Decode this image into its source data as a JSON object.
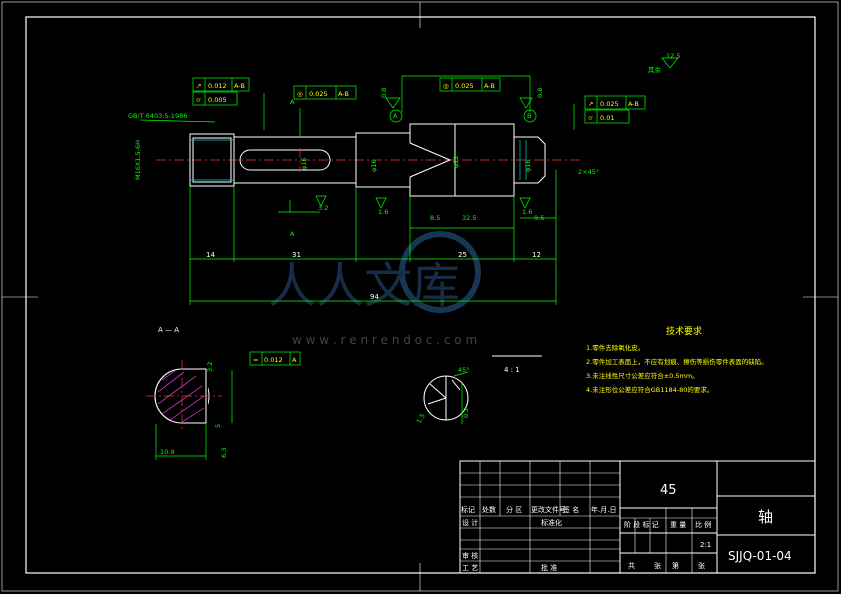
{
  "drawing": {
    "roughness_note": "12.5",
    "roughness_note_suffix": "其余",
    "gb_label": "GB/T 6403.5-1986",
    "thread_label": "M16X1.5-6H",
    "section_title": "A — A",
    "section_ref_a": "A",
    "detail_scale": "4 : 1",
    "chamfer_note": "2×45°",
    "fcf": [
      {
        "sym": "↗",
        "val": "0.012",
        "ref": "A-B"
      },
      {
        "sym": "⌭",
        "val": "0.005",
        "ref": ""
      },
      {
        "sym": "◎",
        "val": "0.025",
        "ref": "A-B"
      },
      {
        "sym": "◎",
        "val": "0.025",
        "ref": "A-B"
      },
      {
        "sym": "↗",
        "val": "0.025",
        "ref": "A-B"
      },
      {
        "sym": "⌭",
        "val": "0.01",
        "ref": ""
      },
      {
        "sym": "=",
        "val": "0.012",
        "ref": "A"
      }
    ],
    "dims": {
      "d14": "14",
      "d31": "31",
      "d25": "25",
      "d12": "12",
      "d94": "94",
      "d8_5": "8.5",
      "d32_5": "32.5",
      "d9_5": "9.5",
      "phi16a": "φ16",
      "phi16b": "φ16",
      "phi22": "φ22",
      "phi16c": "φ16",
      "d10_9": "10.9",
      "d5": "5",
      "r3_2": "3.2",
      "r1_6a": "1.6",
      "r1_6b": "1.6",
      "r0_8a": "0.8",
      "r0_8b": "0.8",
      "r6_3": "6.3",
      "r1_6c": "1.6",
      "d45": "45°",
      "d1_5": "1.5",
      "d0_2": "0.2",
      "sec_a": "A",
      "sec_b": "B"
    }
  },
  "tech": {
    "title": "技术要求",
    "items": [
      "1.零件去除氧化皮。",
      "2.零件加工表面上，不应有划痕、擦伤等损伤零件表面的缺陷。",
      "3.未注线性尺寸公差应符合±0.5mm。",
      "4.未注形位公差应符合GB1184-80的要求。"
    ]
  },
  "title_block": {
    "material": "45",
    "part_name": "轴",
    "drawing_no": "SJJQ-01-04",
    "scale": "2:1",
    "h_mark": "标记",
    "h_count": "处数",
    "h_zone": "分 区",
    "h_doc": "更改文件号",
    "h_sign": "签 名",
    "h_date": "年.月.日",
    "h_design": "设 计",
    "h_std": "标准化",
    "h_stage": "阶 段 标 记",
    "h_weight": "重 量",
    "h_ratio": "比 例",
    "h_review": "审 核",
    "h_process": "工 艺",
    "h_approve": "批 准",
    "h_total": "共",
    "h_sheet": "张",
    "h_page": "第",
    "h_page2": "张"
  },
  "watermark": {
    "text": "人人文库",
    "url": "w w w . r e n r e n d o c . c o m"
  }
}
